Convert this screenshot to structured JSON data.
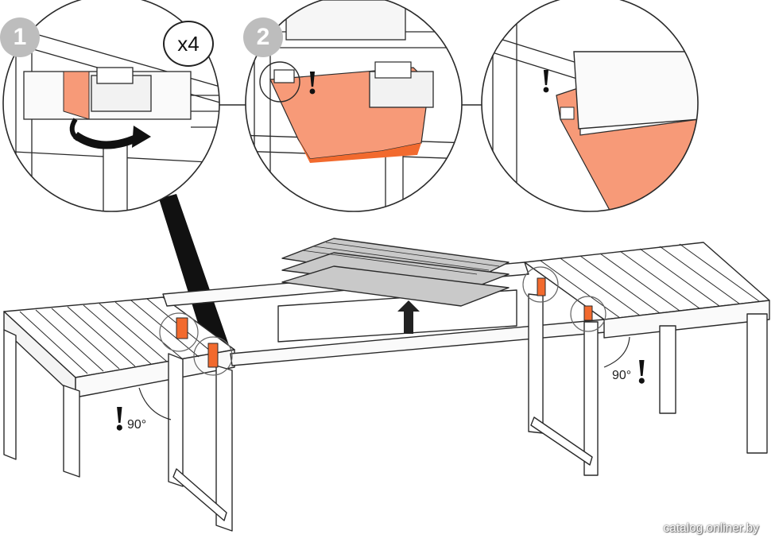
{
  "instructions": {
    "steps": [
      {
        "number": "1",
        "quantity": "x4"
      },
      {
        "number": "2"
      }
    ],
    "angle_labels": [
      "90°",
      "90°"
    ],
    "warning_symbol": "!"
  },
  "colors": {
    "accent": "#f26a2e",
    "accent_light": "#f79a78",
    "line": "#2a2a2a",
    "badge": "#bdbdbd",
    "panel": "#c9c9c9"
  },
  "watermark": "catalog.onliner.by"
}
